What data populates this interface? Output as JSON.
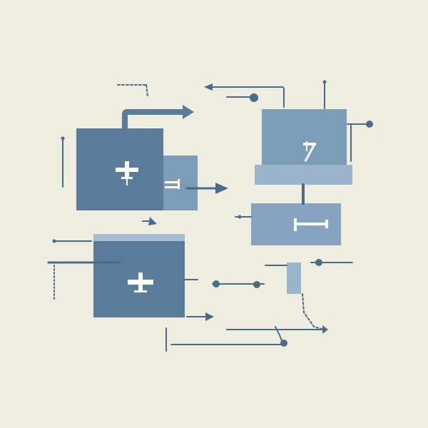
{
  "canvas": {
    "background": "#efece0"
  },
  "palette": {
    "dark_block": "#5b7b9a",
    "mid_block": "#7c9cb8",
    "light_block": "#9ab4cc",
    "line": "#4a6c8c",
    "glyph": "#ffffff"
  },
  "blocks": [
    {
      "name": "block-top-left",
      "shade": "dark",
      "glyph": "plane-glyph"
    },
    {
      "name": "block-tab-right-of-top-left",
      "shade": "mid",
      "glyph": "double-bar-glyph"
    },
    {
      "name": "block-top-right",
      "shade": "mid",
      "glyph": "seven-glyph"
    },
    {
      "name": "block-top-right-strip",
      "shade": "light",
      "glyph": ""
    },
    {
      "name": "block-middle-right",
      "shade": "mid",
      "glyph": "tee-glyph"
    },
    {
      "name": "block-bottom-left",
      "shade": "dark",
      "glyph": "plane-glyph"
    },
    {
      "name": "block-bottom-left-strip",
      "shade": "light",
      "glyph": ""
    },
    {
      "name": "block-connector-stub",
      "shade": "light",
      "glyph": ""
    }
  ],
  "connectors_style": "dotted flow lines with arrowheads and dot terminals"
}
